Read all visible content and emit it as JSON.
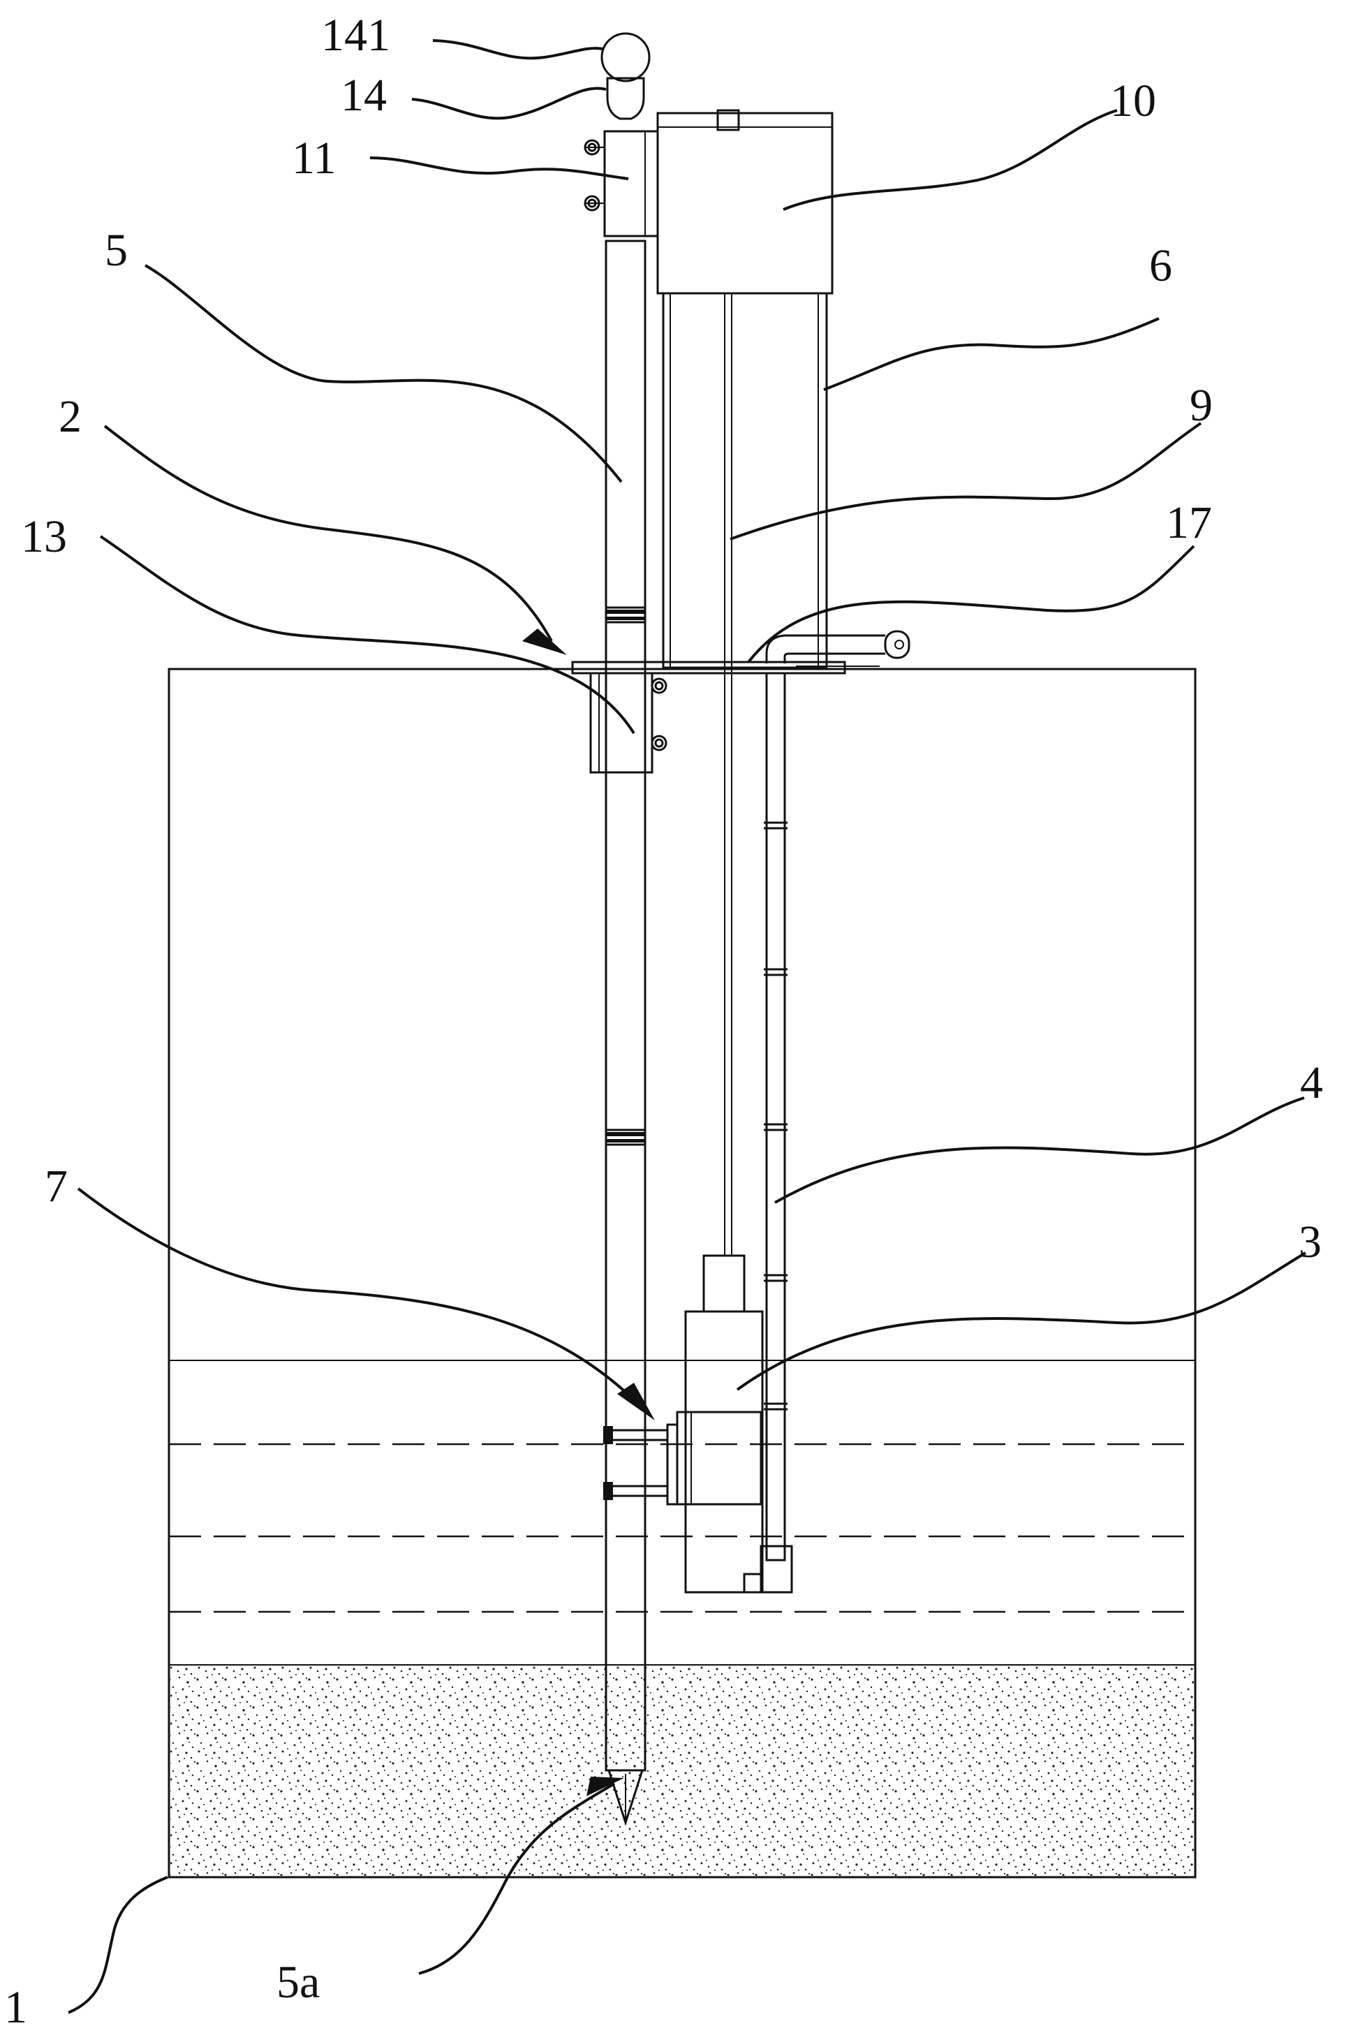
{
  "figure": {
    "labels": {
      "l141": "141",
      "l14": "14",
      "l11": "11",
      "l10": "10",
      "l5": "5",
      "l6": "6",
      "l2": "2",
      "l9": "9",
      "l13": "13",
      "l17": "17",
      "l4": "4",
      "l7": "7",
      "l3": "3",
      "l5a": "5a",
      "l1": "1"
    }
  }
}
